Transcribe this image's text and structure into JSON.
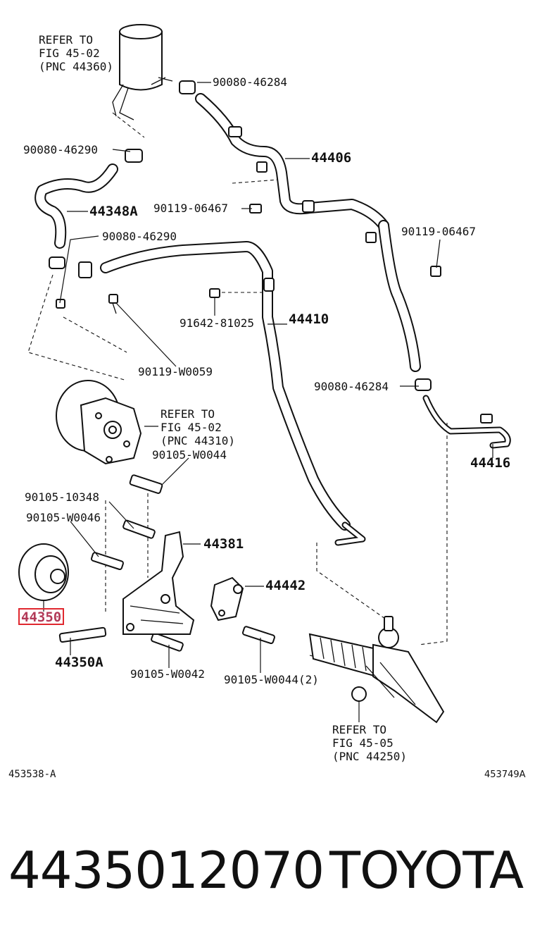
{
  "labels": {
    "refer_45_02_a": [
      "REFER TO",
      "FIG 45-02",
      "(PNC 44360)"
    ],
    "p_90080_46284_top": "90080-46284",
    "p_44406": "44406",
    "p_90080_46290_a": "90080-46290",
    "p_44348a": "44348A",
    "p_90119_06467_a": "90119-06467",
    "p_90119_06467_b": "90119-06467",
    "p_90080_46290_b": "90080-46290",
    "p_91642_81025": "91642-81025",
    "p_44410": "44410",
    "p_90119_w0059": "90119-W0059",
    "p_90080_46284_b": "90080-46284",
    "refer_45_02_b": [
      "REFER TO",
      "FIG 45-02",
      "(PNC 44310)"
    ],
    "p_90105_w0044_a": "90105-W0044",
    "p_44416": "44416",
    "p_90105_10348": "90105-10348",
    "p_90105_w0046": "90105-W0046",
    "p_44381": "44381",
    "p_44442": "44442",
    "p_44350": "44350",
    "p_44350a": "44350A",
    "p_90105_w0042": "90105-W0042",
    "p_90105_w0044_2": "90105-W0044(2)",
    "refer_45_05": [
      "REFER TO",
      "FIG 45-05",
      "(PNC 44250)"
    ],
    "ref_left": "453538-A",
    "ref_right": "453749A"
  },
  "footer": {
    "part_number": "4435012070",
    "brand": "TOYOTA"
  },
  "colors": {
    "highlight": "#e0282f",
    "line": "#111111"
  }
}
